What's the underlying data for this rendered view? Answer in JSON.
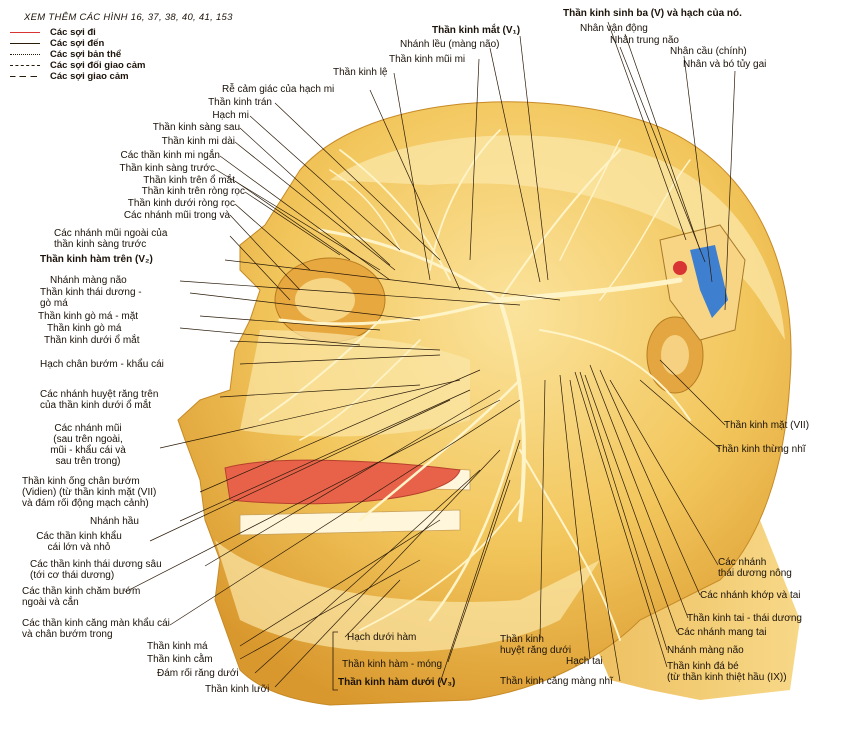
{
  "reference": "XEM THÊM CÁC HÌNH 16, 37, 38, 40, 41, 153",
  "legend": [
    {
      "text": "Các sợi đi",
      "style": "solid-red"
    },
    {
      "text": "Các sợi đến",
      "style": "solid"
    },
    {
      "text": "Các sợi bản thể",
      "style": "dotted"
    },
    {
      "text": "Các sợi đối giao cảm",
      "style": "dashed-short"
    },
    {
      "text": "Các sợi giao cảm",
      "style": "dashed-long"
    }
  ],
  "labels": {
    "trigeminal_nucleus": "Thần kinh sinh ba (V) và hạch của nó.",
    "ophthalmic": "Thần kinh mắt (V₁)",
    "motor_nucleus": "Nhân vận động",
    "mesencephalic_nucleus": "Nhân trung não",
    "tentorial_branch": "Nhánh lều (màng não)",
    "principal_nucleus": "Nhân cầu (chính)",
    "nasociliary": "Thần kinh mũi mi",
    "spinal_nucleus": "Nhân và bó tủy gai",
    "lacrimal": "Thần kinh lệ",
    "ciliary_sensory_root": "Rễ cảm giác của hạch mi",
    "frontal": "Thần kinh trán",
    "ciliary_ganglion": "Hạch mi",
    "posterior_ethmoidal": "Thần kinh sàng sau",
    "long_ciliary": "Thần kinh mi dài",
    "short_ciliary": "Các thần kinh mi ngắn",
    "anterior_ethmoidal": "Thần kinh sàng trước",
    "supraorbital": "Thần kinh trên ổ mắt",
    "supratrochlear": "Thần kinh trên ròng rọc",
    "infratrochlear": "Thần kinh dưới ròng rọc",
    "internal_nasal": "Các nhánh mũi trong và",
    "external_nasal": "Các nhánh mũi ngoài của\nthần kinh sàng trước",
    "maxillary": "Thần kinh hàm trên (V₂)",
    "meningeal_branch": "Nhánh màng não",
    "zygomaticotemporal": "Thần kinh thái dương -\ngò má",
    "zygomaticofacial": "Thần kinh gò má - mặt",
    "zygomatic": "Thần kinh gò má",
    "infraorbital": "Thần kinh dưới ổ mắt",
    "pterygopalatine_ganglion": "Hạch chân bướm - khẩu cái",
    "superior_alveolar": "Các nhánh huyệt răng trên\ncủa thần kinh dưới ổ mắt",
    "nasal_branches": "Các nhánh mũi\n(sau trên ngoài,\nmũi - khẩu cái và\nsau trên trong)",
    "pterygoid_canal": "Thần kinh ống chân bướm\n(Vidien) (từ thần kinh mặt (VII)\nvà đám rối động mạch cảnh)",
    "pharyngeal_branch": "Nhánh hầu",
    "palatine": "Các thần kinh khẩu\ncái lớn và nhỏ",
    "deep_temporal": "Các thần kinh thái dương sâu\n(tới cơ thái dương)",
    "lateral_pterygoid": "Các thần kinh chăm bướm\nngoài và cắn",
    "tensor_veli_palatini": "Các thần kinh căng màn khẩu cái\nvà chân bướm trong",
    "buccal": "Thần kinh má",
    "mental": "Thần kinh cằm",
    "inferior_dental_plexus": "Đám rối răng dưới",
    "lingual": "Thần kinh lưỡi",
    "submandibular_ganglion": "Hạch dưới hàm",
    "mylohyoid": "Thần kinh hàm - móng",
    "mandibular": "Thần kinh hàm dưới (V₃)",
    "inferior_alveolar": "Thần kinh\nhuyệt răng dưới",
    "otic_ganglion": "Hạch tai",
    "tensor_tympani": "Thần kinh căng màng nhĩ",
    "facial_nerve": "Thần kinh mặt (VII)",
    "chorda_tympani": "Thần kinh thừng nhĩ",
    "superficial_temporal": "Các nhánh\nthái dương nông",
    "articular_branches": "Các nhánh khớp và tai",
    "auriculotemporal": "Thần kinh tai - thái dương",
    "parotid_branches": "Các nhánh mang tai",
    "meningeal_branch_2": "Nhánh màng não",
    "lesser_petrosal": "Thần kinh đá bé\n(từ thần kinh thiệt hầu (IX))"
  },
  "colors": {
    "skin": "#f2c75e",
    "skin_light": "#f8dc8c",
    "skin_dark": "#d99a2c",
    "bone": "#fbeab0",
    "nerve": "#fff4c8",
    "leader": "#2a1a08",
    "tongue": "#e8624a",
    "blue": "#3f7fd0",
    "red": "#d93434"
  }
}
